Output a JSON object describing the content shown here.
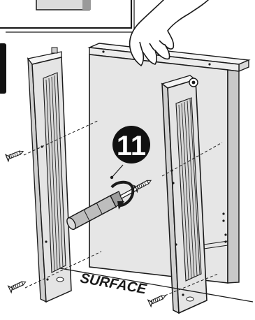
{
  "diagram": {
    "step_number": "11",
    "surface_label": "SURFACE",
    "parts": [
      "inset-detail-box",
      "back-panel",
      "left-side-panel",
      "right-side-panel",
      "screw",
      "screwdriver",
      "hand",
      "rotation-arrow"
    ]
  },
  "colors": {
    "line": "#1a1a1a",
    "panel": "#e6e6e6",
    "panel_shadow": "#b9b9b9",
    "board": "#f4f4f4",
    "side_tab": "#111111"
  }
}
